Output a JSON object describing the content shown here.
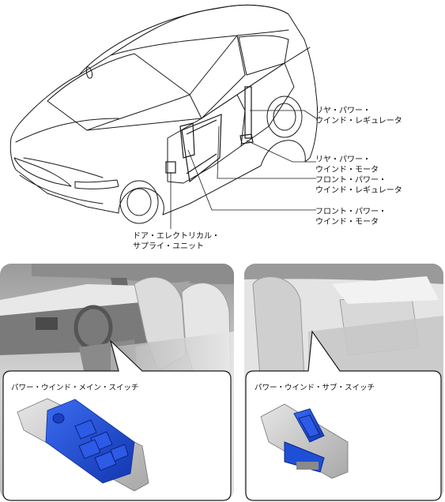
{
  "labels": {
    "rear_regulator": {
      "line1": "リヤ・パワー・",
      "line2": "ウインド・レギュレータ"
    },
    "rear_motor": {
      "line1": "リヤ・パワー・",
      "line2": "ウインド・モータ"
    },
    "front_regulator": {
      "line1": "フロント・パワー・",
      "line2": "ウインド・レギュレータ"
    },
    "front_motor": {
      "line1": "フロント・パワー・",
      "line2": "ウインド・モータ"
    },
    "door_unit": {
      "line1": "ドア・エレクトリカル・",
      "line2": "サプライ・ユニット"
    }
  },
  "insets": {
    "main_switch": "パワー・ウインド・メイン・スイッチ",
    "sub_switch": "パワー・ウインド・サブ・スイッチ"
  },
  "colors": {
    "line": "#1a1a1a",
    "switch_blue": "#1f4fd6",
    "switch_blue_dark": "#0d2f9a",
    "panel_gray": "#c9c9c9",
    "interior_gray": "#bdbdbd"
  }
}
